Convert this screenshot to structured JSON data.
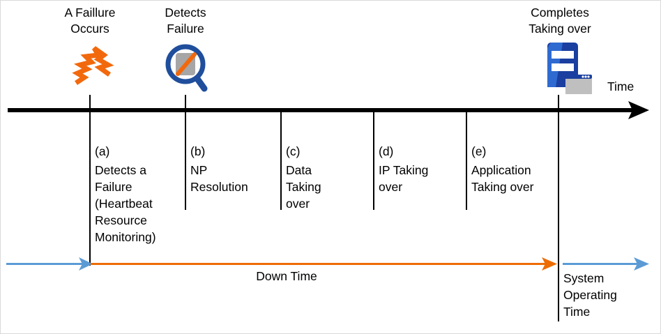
{
  "diagram": {
    "title_axis_label": "Time",
    "events": [
      {
        "id": "failure-occurs",
        "caption": "A Faillure\nOccurs",
        "icon": "lightning-bolt-icon"
      },
      {
        "id": "detects-failure",
        "caption": "Detects\nFailure",
        "icon": "magnifying-glass-icon"
      },
      {
        "id": "completes-takeover",
        "caption": "Completes\nTaking over",
        "icon": "server-icon"
      }
    ],
    "steps": [
      {
        "key": "(a)",
        "text": "Detects a\n Failure\n(Heartbeat\nResource\nMonitoring)"
      },
      {
        "key": "(b)",
        "text": "NP\nResolution"
      },
      {
        "key": "(c)",
        "text": "Data\nTaking\nover"
      },
      {
        "key": "(d)",
        "text": "IP Taking\nover"
      },
      {
        "key": "(e)",
        "text": "Application\nTaking over"
      }
    ],
    "durations": {
      "downtime_label": "Down Time",
      "operating_label": "System\nOperating\nTime"
    },
    "colors": {
      "axis": "#000000",
      "downtime": "#ed6c02",
      "operating": "#5b9bd5",
      "server_body": "#1a3fa0",
      "server_body_light": "#2f6ad0",
      "server_window": "#bfbfbf",
      "lens_ring": "#1f4e9c",
      "lens_glass": "#a6a6a6",
      "lens_stripe": "#f2690d"
    }
  }
}
